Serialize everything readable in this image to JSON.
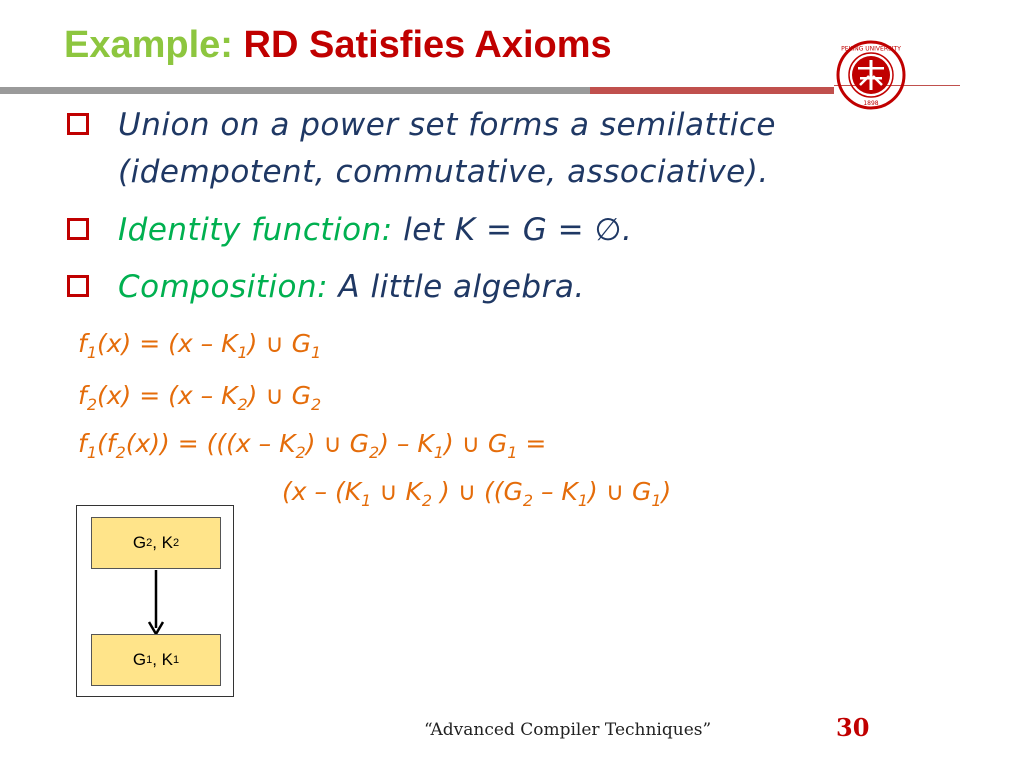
{
  "slide": {
    "title_prefix": "Example:",
    "title_main": "RD Satisfies Axioms",
    "colors": {
      "title_prefix": "#8DC63F",
      "title_main": "#C00000",
      "text": "#1F3864",
      "highlight": "#00B050",
      "formula": "#E46C0A"
    }
  },
  "logo": {
    "icon": "peking-university-seal-icon",
    "text": "PEKING UNIVERSITY",
    "year": "1898"
  },
  "bullets": [
    {
      "lines": [
        "Union on a power set forms a semilattice",
        "(idempotent, commutative, associative)."
      ]
    },
    {
      "label": "Identity function:",
      "text": " let K = G = ∅."
    },
    {
      "label": "Composition:",
      "text": " A little algebra."
    }
  ],
  "formulas": {
    "f1": {
      "f": "f",
      "s1": "1",
      "a": "(x) = (x – K",
      "s2": "1",
      "b": ") ∪ G",
      "s3": "1"
    },
    "f2": {
      "f": "f",
      "s1": "2",
      "a": "(x) = (x – K",
      "s2": "2",
      "b": ") ∪ G",
      "s3": "2"
    },
    "f3": {
      "p0": "f",
      "s0": "1",
      "p1": "(f",
      "s1": "2",
      "p2": "(x)) = (((x – K",
      "s2": "2",
      "p3": ") ∪ G",
      "s3": "2",
      "p4": ") – K",
      "s4": "1",
      "p5": ") ∪ G",
      "s5": "1",
      "p6": " ="
    },
    "f4": {
      "p0": "(x – (K",
      "s0": "1",
      "p1": " ∪  K",
      "s1": "2",
      "p2": " ) ∪ ((G",
      "s2": "2",
      "p3": " – K",
      "s3": "1",
      "p4": ") ∪ G",
      "s4": "1",
      "p5": ")"
    }
  },
  "diagram": {
    "top_node": {
      "g": "G",
      "g_sub": "2",
      "sep": ", K",
      "k_sub": "2"
    },
    "bottom_node": {
      "g": "G",
      "g_sub": "1",
      "sep": ", K",
      "k_sub": "1"
    }
  },
  "footer": {
    "text": "“Advanced Compiler Techniques”",
    "page_number": "30"
  }
}
